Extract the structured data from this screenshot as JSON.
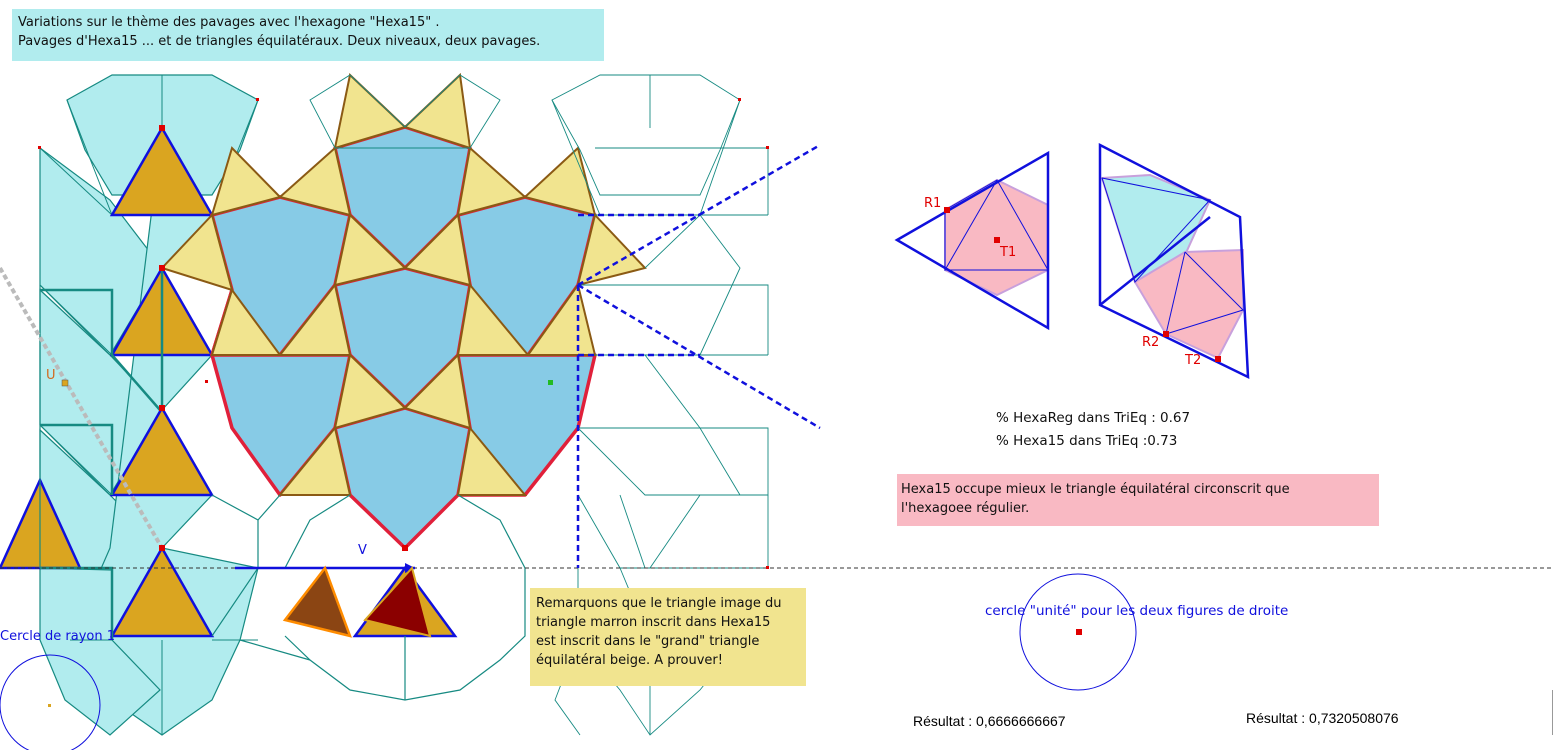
{
  "title_box": {
    "line1": "Variations sur le thème des pavages avec l'hexagone \"Hexa15\" .",
    "line2": "Pavages d'Hexa15 ... et de triangles équilatéraux. Deux niveaux, deux pavages."
  },
  "note_box": {
    "line1": "Hexa15 occupe mieux le triangle équilatéral circonscrit que",
    "line2": "l'hexagoee régulier."
  },
  "remark_box": {
    "line1": "Remarquons que le triangle image du",
    "line2": "triangle marron inscrit dans Hexa15",
    "line3": "est inscrit dans le \"grand\" triangle",
    "line4": "équilatéral beige. A prouver!"
  },
  "percentages": {
    "hexareg": "% HexaReg dans TriEq : 0.67",
    "hexa15": "% Hexa15 dans TriEq :0.73"
  },
  "results": {
    "left": "Résultat : 0,6666666667",
    "right": "Résultat : 0,7320508076"
  },
  "labels": {
    "circle_left": "Cercle de rayon 1",
    "circle_right": "cercle \"unité\" pour les deux figures de droite",
    "R1": "R1",
    "T1": "T1",
    "R2": "R2",
    "T2": "T2",
    "U": "U",
    "V": "V"
  },
  "colors": {
    "cyan_fill": "#b1ecee",
    "blue_fill": "#87cbe6",
    "beige_fill": "#f1e48f",
    "gold_fill": "#daa520",
    "pink_fill": "#f9b9c3",
    "teal_line": "#168a82",
    "red_line": "#e0203a",
    "blue_line": "#1010dd",
    "brown_fill": "#8b4513",
    "darkred_fill": "#8b0000"
  }
}
